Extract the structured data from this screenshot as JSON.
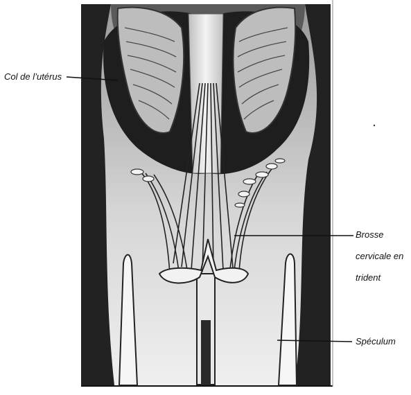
{
  "labels": {
    "cervix": "Col de l’utérus",
    "brush_line1": "Brosse",
    "brush_line2": "cervicale en",
    "brush_line3": "trident",
    "speculum": "Spéculum"
  },
  "colors": {
    "background": "#ffffff",
    "ink": "#141414",
    "dark_wall": "#1c1c1c",
    "mid_gray": "#8a8a8a",
    "light_gray": "#d9d9d9",
    "cervix_fill": "#b9b9b9",
    "brush_fill": "#f2f2f2"
  }
}
